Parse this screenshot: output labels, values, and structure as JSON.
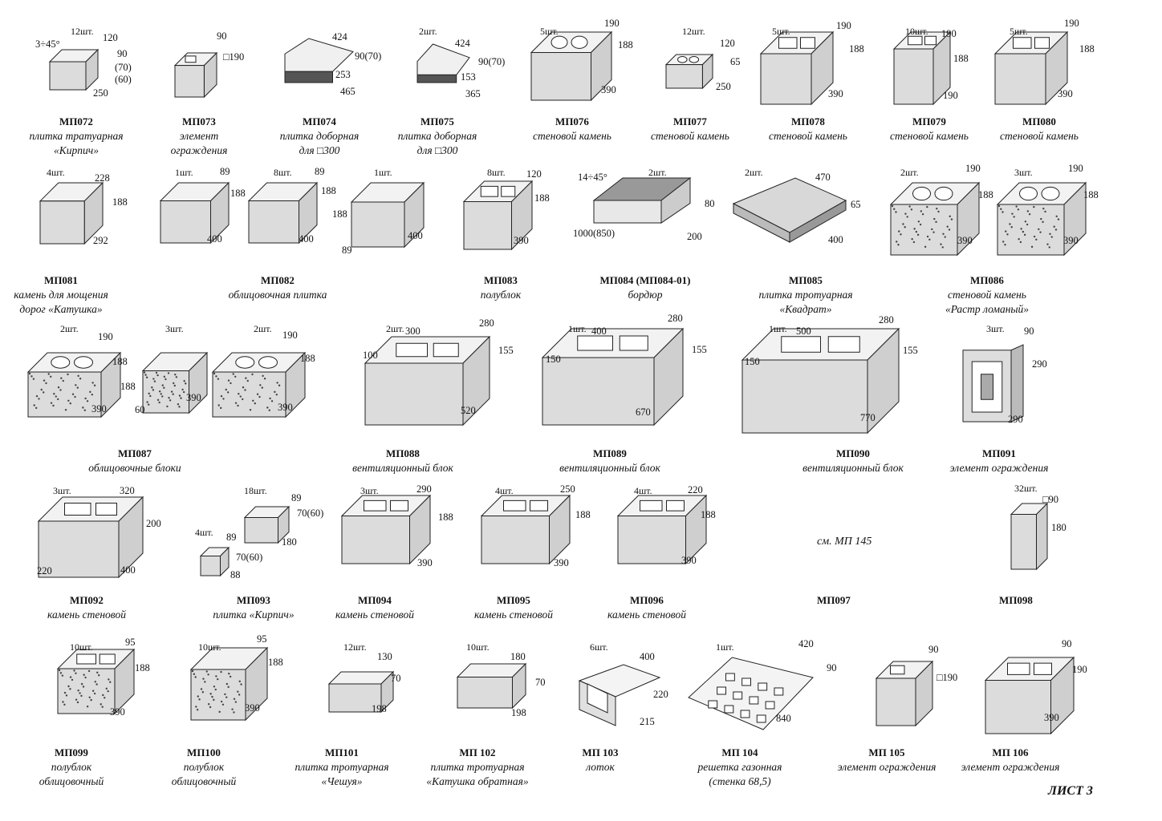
{
  "sheet_label": "ЛИСТ 3",
  "note_mp097": "см. МП 145",
  "items": [
    {
      "code": "МП072",
      "desc1": "плитка тратуарная",
      "desc2": "«Кирпич»",
      "qty": "12шт.",
      "dims": [
        "3÷45°",
        "120",
        "90",
        "(70)",
        "(60)",
        "250"
      ]
    },
    {
      "code": "МП073",
      "desc1": "элемент",
      "desc2": "ограждения",
      "qty": "",
      "dims": [
        "90",
        "□190"
      ]
    },
    {
      "code": "МП074",
      "desc1": "плитка доборная",
      "desc2": "для □300",
      "qty": "",
      "dims": [
        "424",
        "90(70)",
        "253",
        "465"
      ]
    },
    {
      "code": "МП075",
      "desc1": "плитка доборная",
      "desc2": "для □300",
      "qty": "2шт.",
      "dims": [
        "424",
        "90(70)",
        "153",
        "365"
      ]
    },
    {
      "code": "МП076",
      "desc1": "стеновой камень",
      "desc2": "",
      "qty": "5шт.",
      "dims": [
        "190",
        "188",
        "390"
      ]
    },
    {
      "code": "МП077",
      "desc1": "стеновой камень",
      "desc2": "",
      "qty": "12шт.",
      "dims": [
        "120",
        "65",
        "250"
      ]
    },
    {
      "code": "МП078",
      "desc1": "стеновой камень",
      "desc2": "",
      "qty": "5шт.",
      "dims": [
        "190",
        "188",
        "390"
      ]
    },
    {
      "code": "МП079",
      "desc1": "стеновой камень",
      "desc2": "",
      "qty": "10шт.",
      "dims": [
        "190",
        "188",
        "190"
      ]
    },
    {
      "code": "МП080",
      "desc1": "стеновой камень",
      "desc2": "",
      "qty": "5шт.",
      "dims": [
        "190",
        "188",
        "390"
      ]
    },
    {
      "code": "МП081",
      "desc1": "камень для мощения",
      "desc2": "дорог «Катушка»",
      "qty": "4шт.",
      "dims": [
        "228",
        "188",
        "292"
      ]
    },
    {
      "code": "МП082",
      "desc1": "облицовочная плитка",
      "desc2": "",
      "qty": "1шт.",
      "dims": [
        "89",
        "188",
        "400"
      ]
    },
    {
      "code": "",
      "desc1": "",
      "desc2": "",
      "qty": "8шт.",
      "dims": [
        "89",
        "188",
        "400"
      ]
    },
    {
      "code": "",
      "desc1": "",
      "desc2": "",
      "qty": "1шт.",
      "dims": [
        "188",
        "400",
        "89"
      ]
    },
    {
      "code": "МП083",
      "desc1": "полублок",
      "desc2": "",
      "qty": "8шт.",
      "dims": [
        "120",
        "188",
        "390"
      ]
    },
    {
      "code": "МП084 (МП084-01)",
      "desc1": "бордюр",
      "desc2": "",
      "qty": "2шт.",
      "dims": [
        "14÷45°",
        "80",
        "1000(850)",
        "200"
      ]
    },
    {
      "code": "МП085",
      "desc1": "плитка тротуарная",
      "desc2": "«Квадрат»",
      "qty": "2шт.",
      "dims": [
        "470",
        "65",
        "400"
      ]
    },
    {
      "code": "МП086",
      "desc1": "стеновой камень",
      "desc2": "«Растр ломаный»",
      "qty": "2шт.",
      "dims": [
        "190",
        "188",
        "390"
      ]
    },
    {
      "code": "",
      "desc1": "",
      "desc2": "",
      "qty": "3шт.",
      "dims": [
        "190",
        "188",
        "390"
      ]
    },
    {
      "code": "МП087",
      "desc1": "облицовочные блоки",
      "desc2": "",
      "qty": "2шт.",
      "dims": [
        "190",
        "188",
        "390"
      ]
    },
    {
      "code": "",
      "desc1": "",
      "desc2": "",
      "qty": "3шт.",
      "dims": [
        "188",
        "60",
        "390"
      ]
    },
    {
      "code": "",
      "desc1": "",
      "desc2": "",
      "qty": "2шт.",
      "dims": [
        "190",
        "188",
        "390"
      ]
    },
    {
      "code": "МП088",
      "desc1": "вентиляционный блок",
      "desc2": "",
      "qty": "2шт.",
      "dims": [
        "300",
        "280",
        "100",
        "155",
        "520"
      ]
    },
    {
      "code": "МП089",
      "desc1": "вентиляционный блок",
      "desc2": "",
      "qty": "1шт.",
      "dims": [
        "400",
        "280",
        "150",
        "155",
        "670"
      ]
    },
    {
      "code": "МП090",
      "desc1": "вентиляционный блок",
      "desc2": "",
      "qty": "1шт.",
      "dims": [
        "500",
        "280",
        "150",
        "155",
        "770"
      ]
    },
    {
      "code": "МП091",
      "desc1": "элемент ограждения",
      "desc2": "",
      "qty": "3шт.",
      "dims": [
        "90",
        "290",
        "290"
      ]
    },
    {
      "code": "МП092",
      "desc1": "камень стеновой",
      "desc2": "",
      "qty": "3шт.",
      "dims": [
        "320",
        "200",
        "220",
        "400"
      ]
    },
    {
      "code": "МП093",
      "desc1": "плитка «Кирпич»",
      "desc2": "",
      "qty": "18шт.",
      "dims": [
        "89",
        "70(60)",
        "180"
      ]
    },
    {
      "code": "",
      "desc1": "",
      "desc2": "",
      "qty": "4шт.",
      "dims": [
        "89",
        "70(60)",
        "88"
      ]
    },
    {
      "code": "МП094",
      "desc1": "камень стеновой",
      "desc2": "",
      "qty": "3шт.",
      "dims": [
        "290",
        "188",
        "390"
      ]
    },
    {
      "code": "МП095",
      "desc1": "камень стеновой",
      "desc2": "",
      "qty": "4шт.",
      "dims": [
        "250",
        "188",
        "390"
      ]
    },
    {
      "code": "МП096",
      "desc1": "камень стеновой",
      "desc2": "",
      "qty": "4шт.",
      "dims": [
        "220",
        "188",
        "390"
      ]
    },
    {
      "code": "МП097",
      "desc1": "",
      "desc2": "",
      "qty": "",
      "dims": []
    },
    {
      "code": "МП098",
      "desc1": "",
      "desc2": "",
      "qty": "32шт.",
      "dims": [
        "□90",
        "180"
      ]
    },
    {
      "code": "МП099",
      "desc1": "полублок",
      "desc2": "облицовочный",
      "qty": "10шт.",
      "dims": [
        "95",
        "188",
        "390"
      ]
    },
    {
      "code": "МП100",
      "desc1": "полублок",
      "desc2": "облицовочный",
      "qty": "10шт.",
      "dims": [
        "95",
        "188",
        "390"
      ]
    },
    {
      "code": "МП101",
      "desc1": "плитка тротуарная",
      "desc2": "«Чешуя»",
      "qty": "12шт.",
      "dims": [
        "130",
        "70",
        "198"
      ]
    },
    {
      "code": "МП 102",
      "desc1": "плитка тротуарная",
      "desc2": "«Катушка обратная»",
      "qty": "10шт.",
      "dims": [
        "180",
        "70",
        "198"
      ]
    },
    {
      "code": "МП 103",
      "desc1": "лоток",
      "desc2": "",
      "qty": "6шт.",
      "dims": [
        "400",
        "220",
        "215"
      ]
    },
    {
      "code": "МП 104",
      "desc1": "решетка газонная",
      "desc2": "(стенка 68,5)",
      "qty": "1шт.",
      "dims": [
        "420",
        "90",
        "840"
      ]
    },
    {
      "code": "МП 105",
      "desc1": "элемент ограждения",
      "desc2": "",
      "qty": "",
      "dims": [
        "90",
        "□190"
      ]
    },
    {
      "code": "МП 106",
      "desc1": "элемент ограждения",
      "desc2": "",
      "qty": "",
      "dims": [
        "90",
        "190",
        "390"
      ]
    }
  ]
}
